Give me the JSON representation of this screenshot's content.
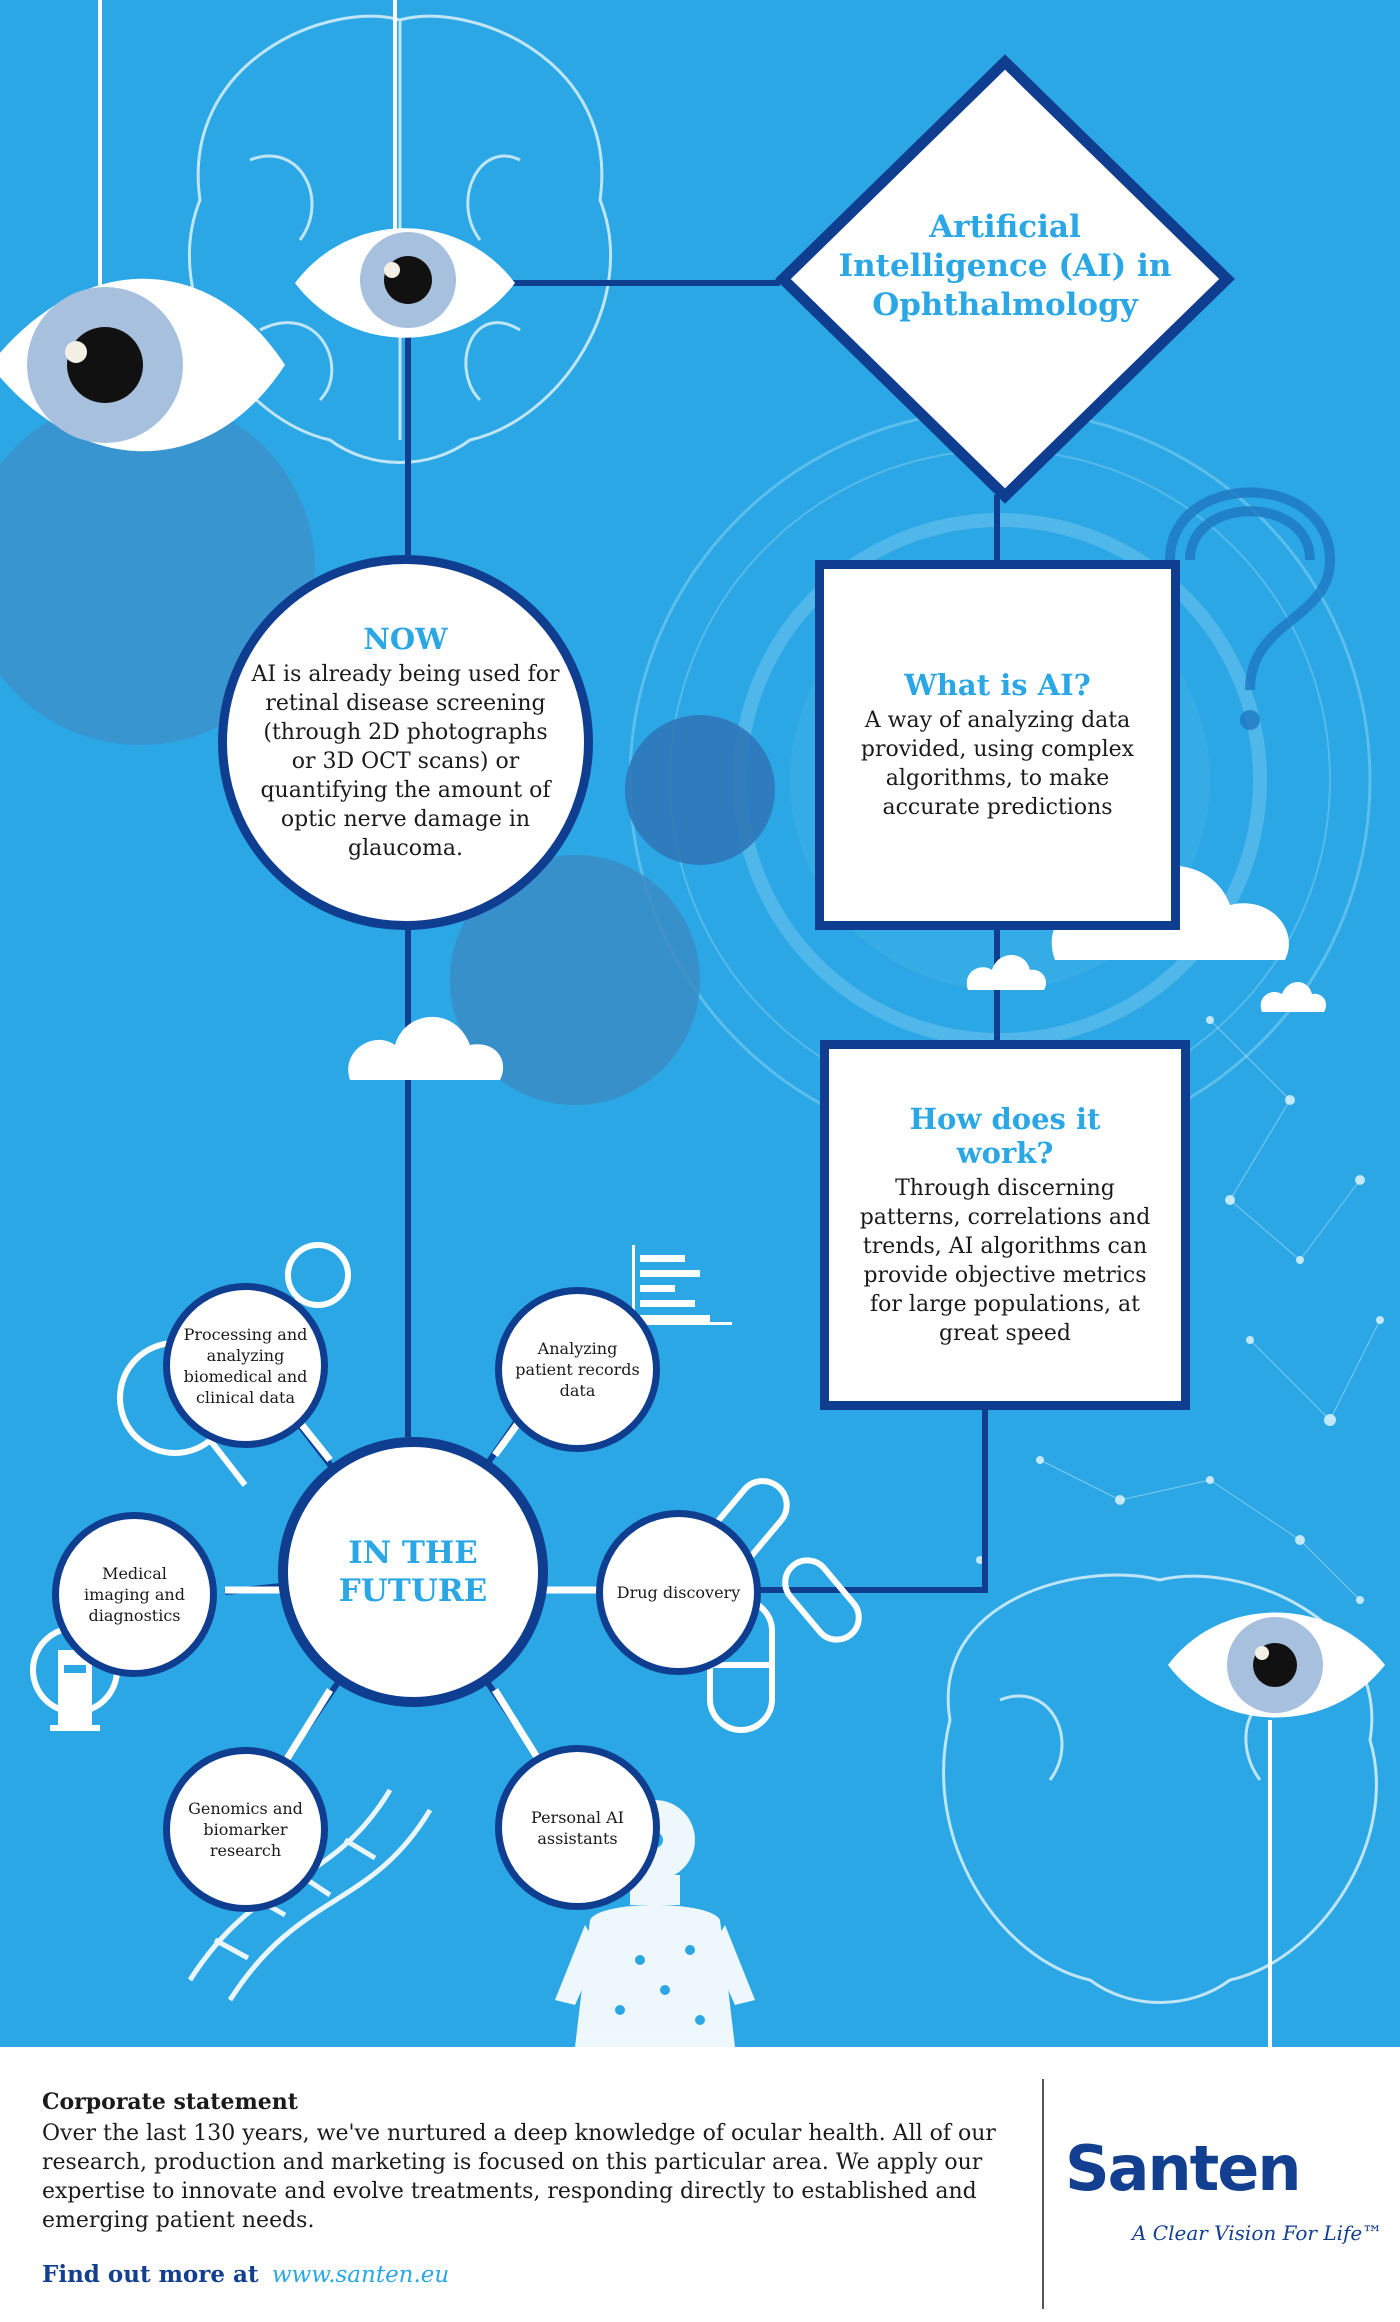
{
  "diamond": {
    "title": "Artificial Intelligence (AI) in Ophthalmology"
  },
  "now": {
    "title": "NOW",
    "body": "AI is already being used for retinal disease screening (through 2D photographs or 3D OCT scans) or quantifying the amount of optic nerve damage in glaucoma."
  },
  "what_is_ai": {
    "title": "What is AI?",
    "body": "A way of analyzing data provided, using complex algorithms, to make accurate predictions"
  },
  "how_does_it_work": {
    "title": "How does it work?",
    "body": "Through discerning patterns, correlations and trends, AI algorithms can provide objective metrics for large populations, at great speed"
  },
  "future": {
    "title": "IN THE FUTURE",
    "items": [
      {
        "label": "Processing and analyzing biomedical and clinical data"
      },
      {
        "label": "Analyzing patient records data"
      },
      {
        "label": "Medical imaging and diagnostics"
      },
      {
        "label": "Drug discovery"
      },
      {
        "label": "Genomics and biomarker research"
      },
      {
        "label": "Personal AI assistants"
      }
    ]
  },
  "footer": {
    "title": "Corporate statement",
    "body": "Over the last 130 years, we've nurtured a deep knowledge of ocular health. All of our research, production and marketing is focused on this particular area. We apply our expertise to innovate and evolve treatments, responding directly to established and emerging patient needs.",
    "find_out_label": "Find out more at",
    "url": "www.santen.eu",
    "brand": "Santen",
    "tagline": "A Clear Vision For Life™"
  },
  "colors": {
    "background": "#2aa7e4",
    "navy": "#0f3d8f",
    "accent": "#2aa7e4"
  }
}
